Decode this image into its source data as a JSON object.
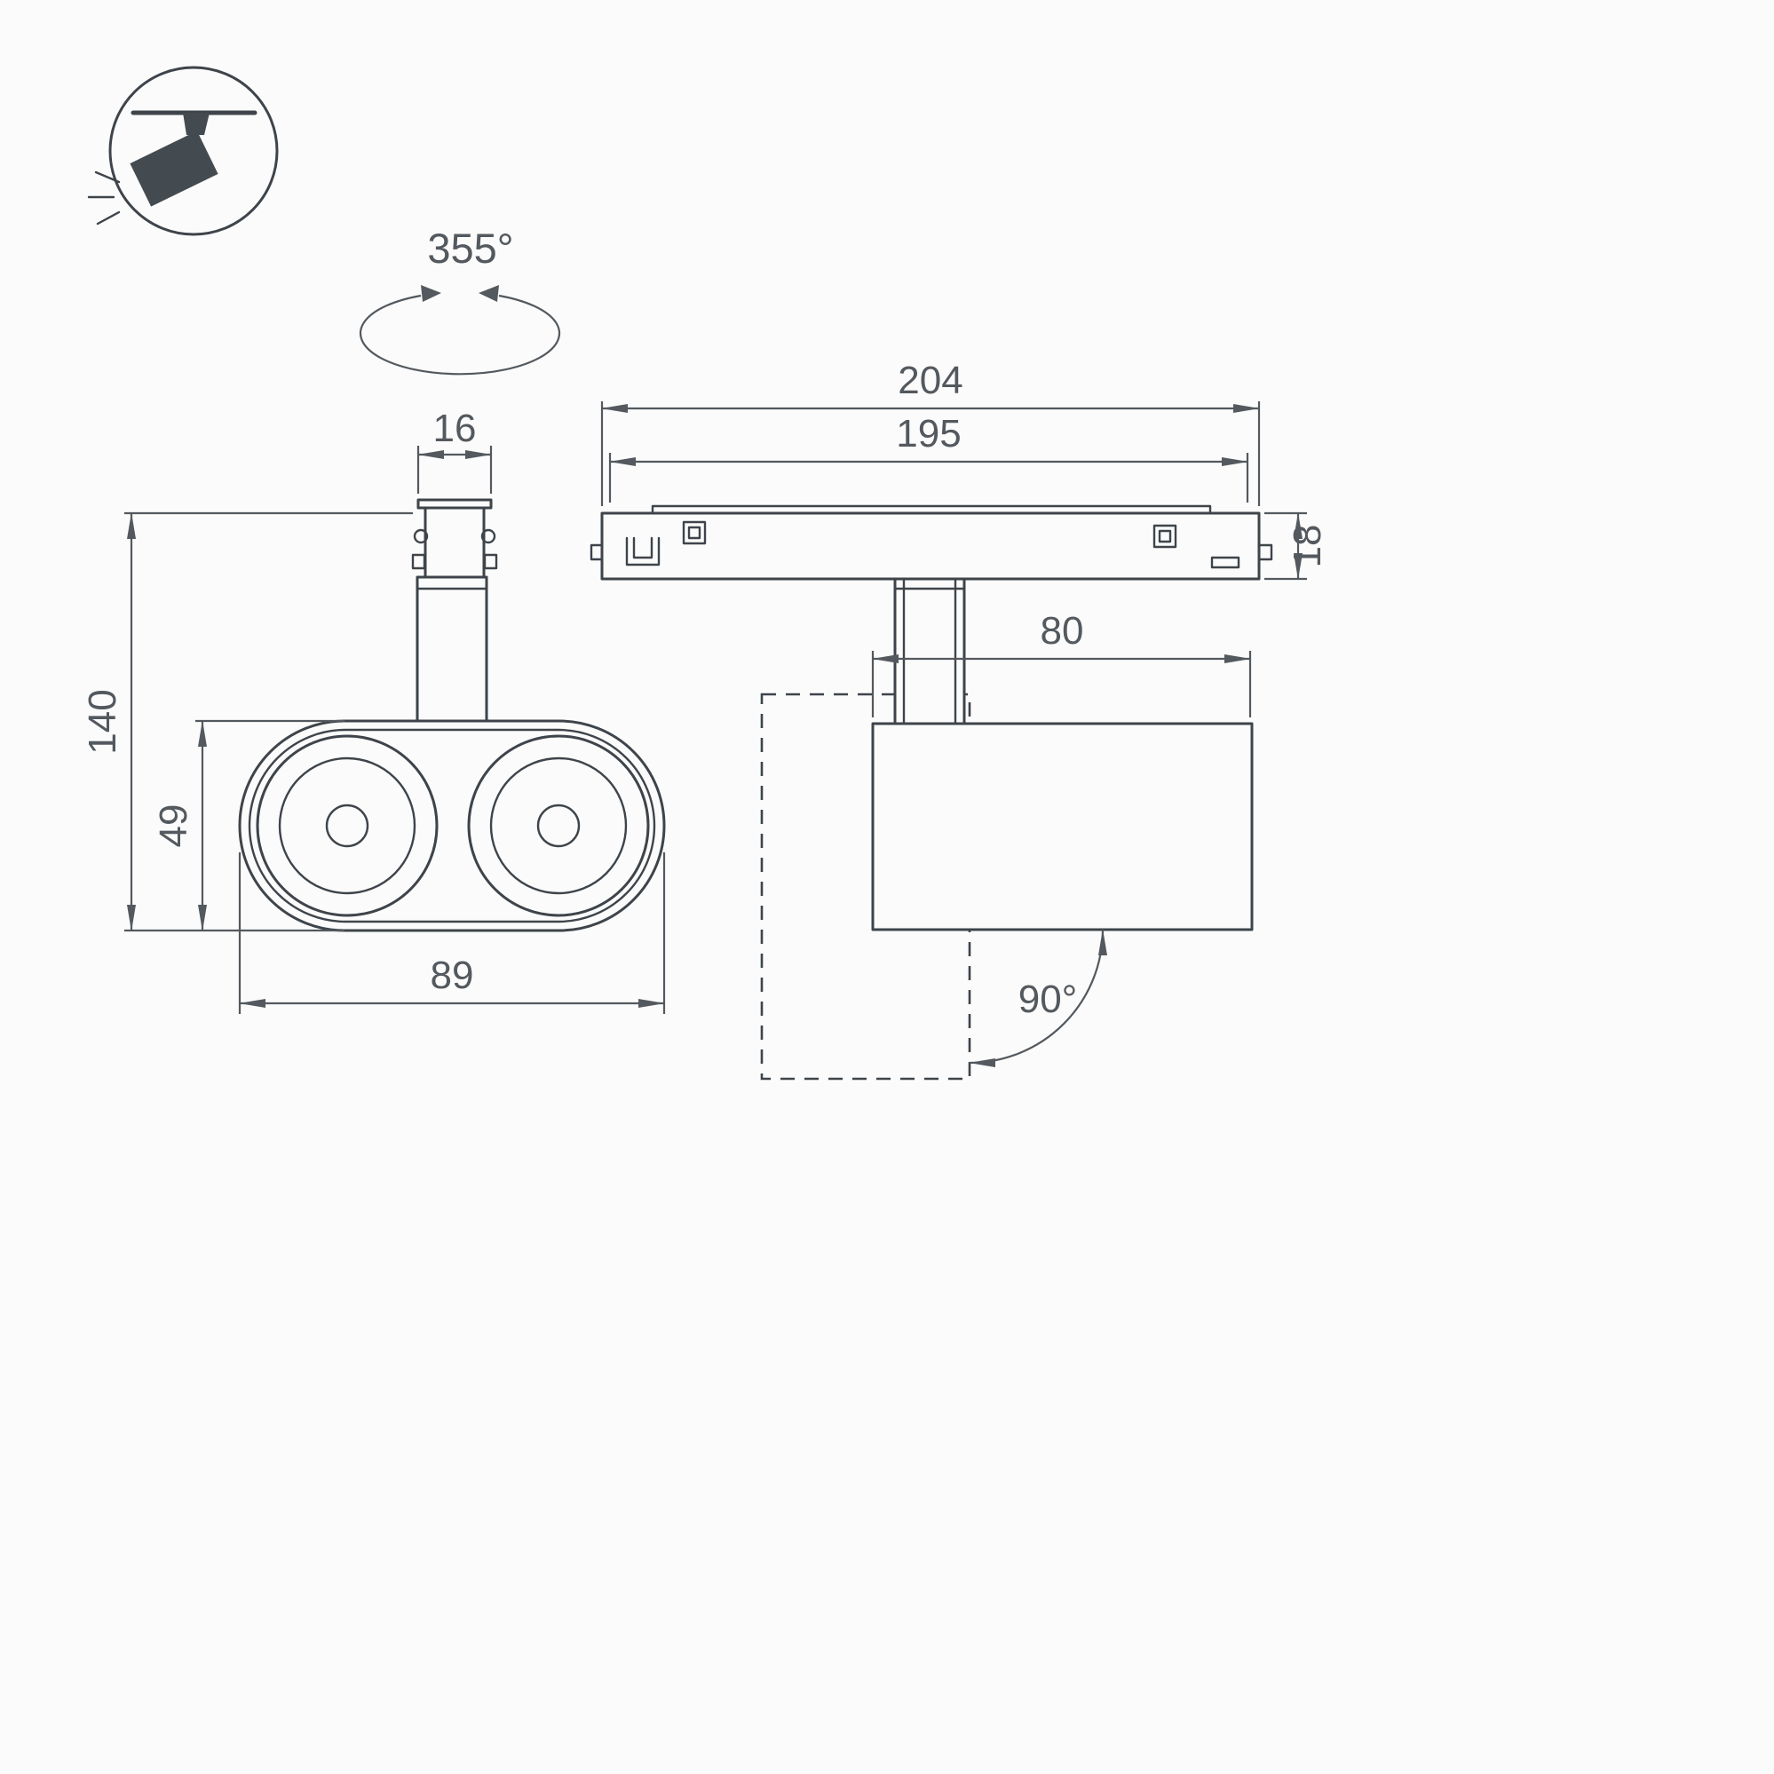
{
  "colors": {
    "line": "#3e444a",
    "dim": "#53595e",
    "icon_fill": "#434a50",
    "background": "#fbfbfb"
  },
  "icon": {
    "name": "ceiling-track-spotlight-icon"
  },
  "annotations": {
    "pan_rotation": "355°",
    "tilt_rotation": "90°"
  },
  "dimensions": {
    "adapter_width": "16",
    "overall_height": "140",
    "body_height": "49",
    "body_width": "89",
    "track_length": "204",
    "track_inner_length": "195",
    "track_height": "18",
    "body_depth": "80"
  }
}
